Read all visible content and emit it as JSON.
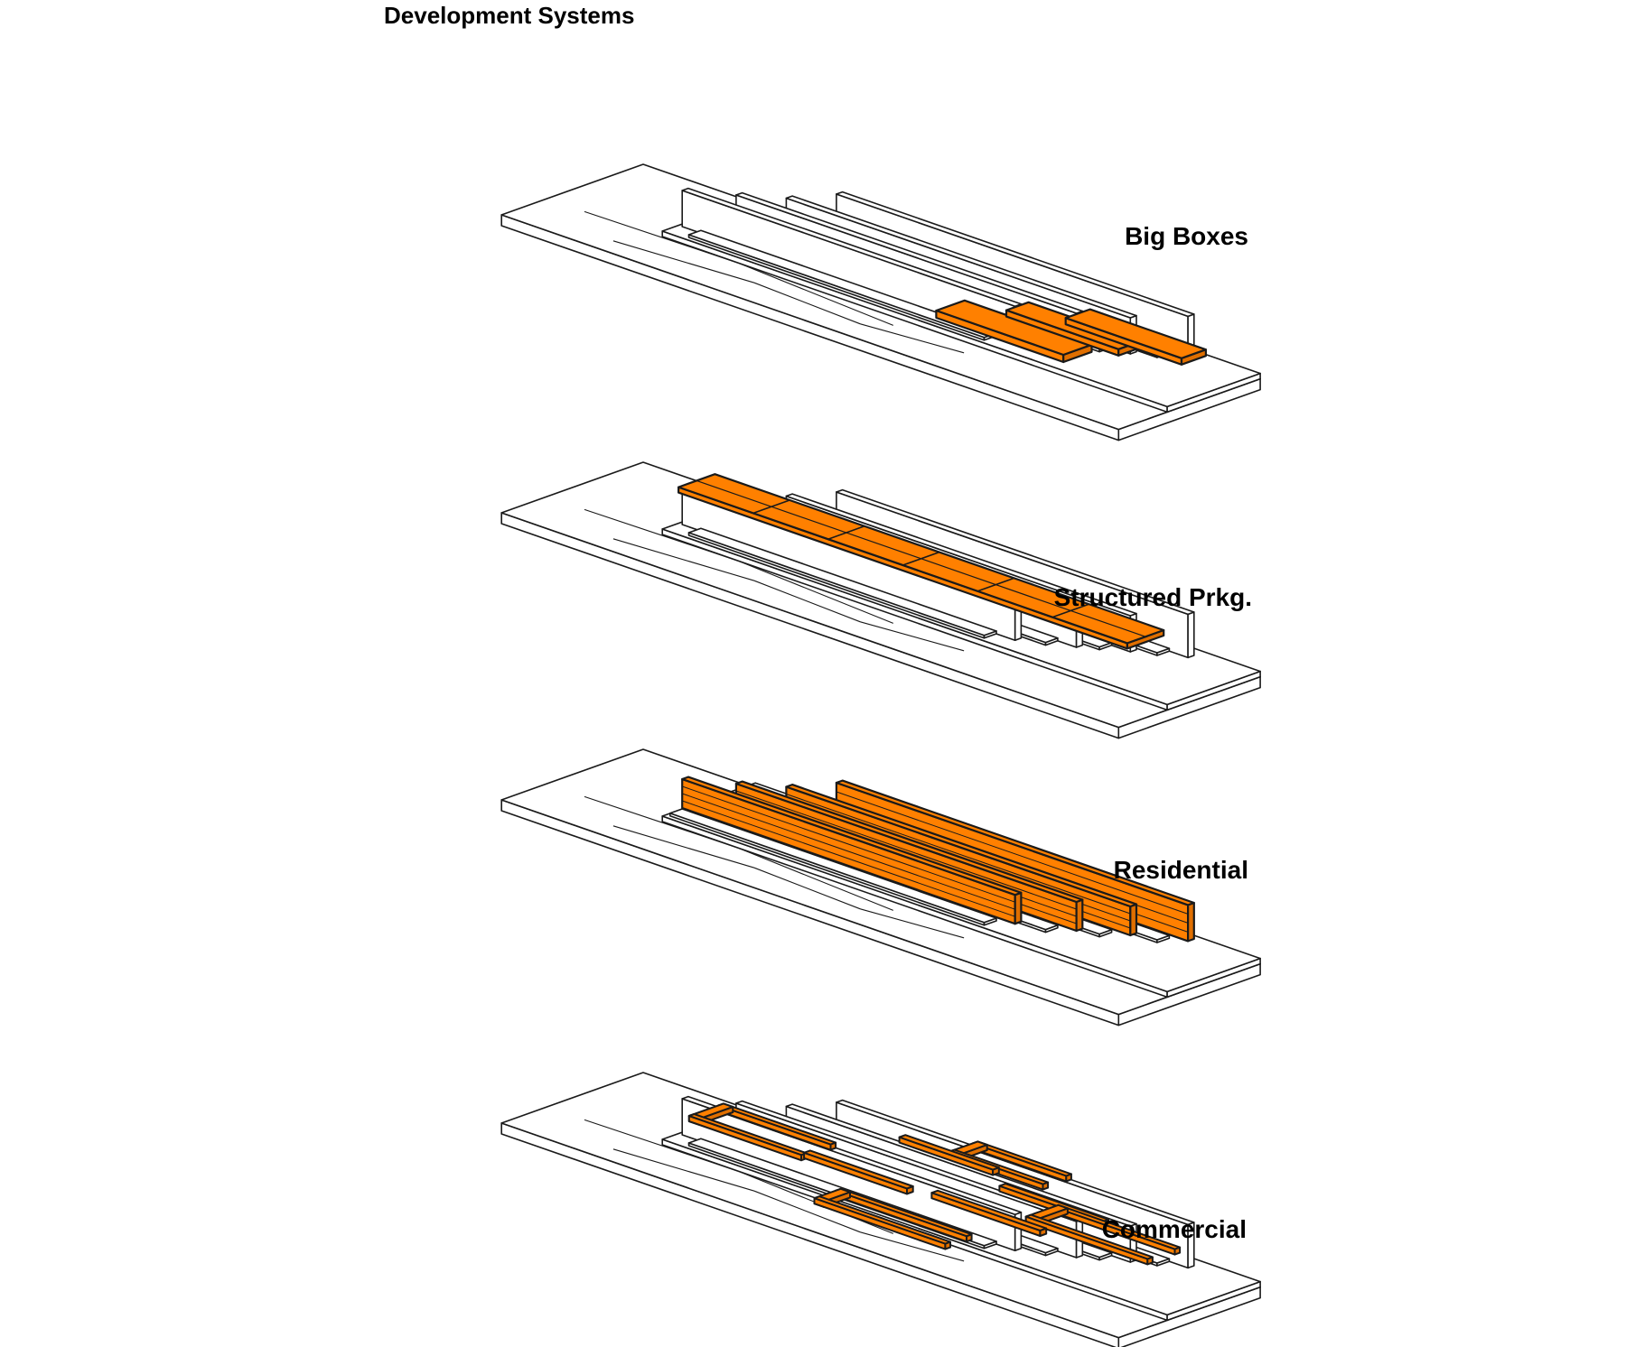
{
  "title": "Development Systems",
  "accent_color": "#ff8000",
  "accent_dark_color": "#e06f00",
  "line_color": "#1a1a1a",
  "layers": [
    {
      "label": "Big Boxes",
      "highlight": "big-boxes"
    },
    {
      "label": "Structured Prkg.",
      "highlight": "structured-parking"
    },
    {
      "label": "Residential",
      "highlight": "residential"
    },
    {
      "label": "Commercial",
      "highlight": "commercial"
    }
  ]
}
